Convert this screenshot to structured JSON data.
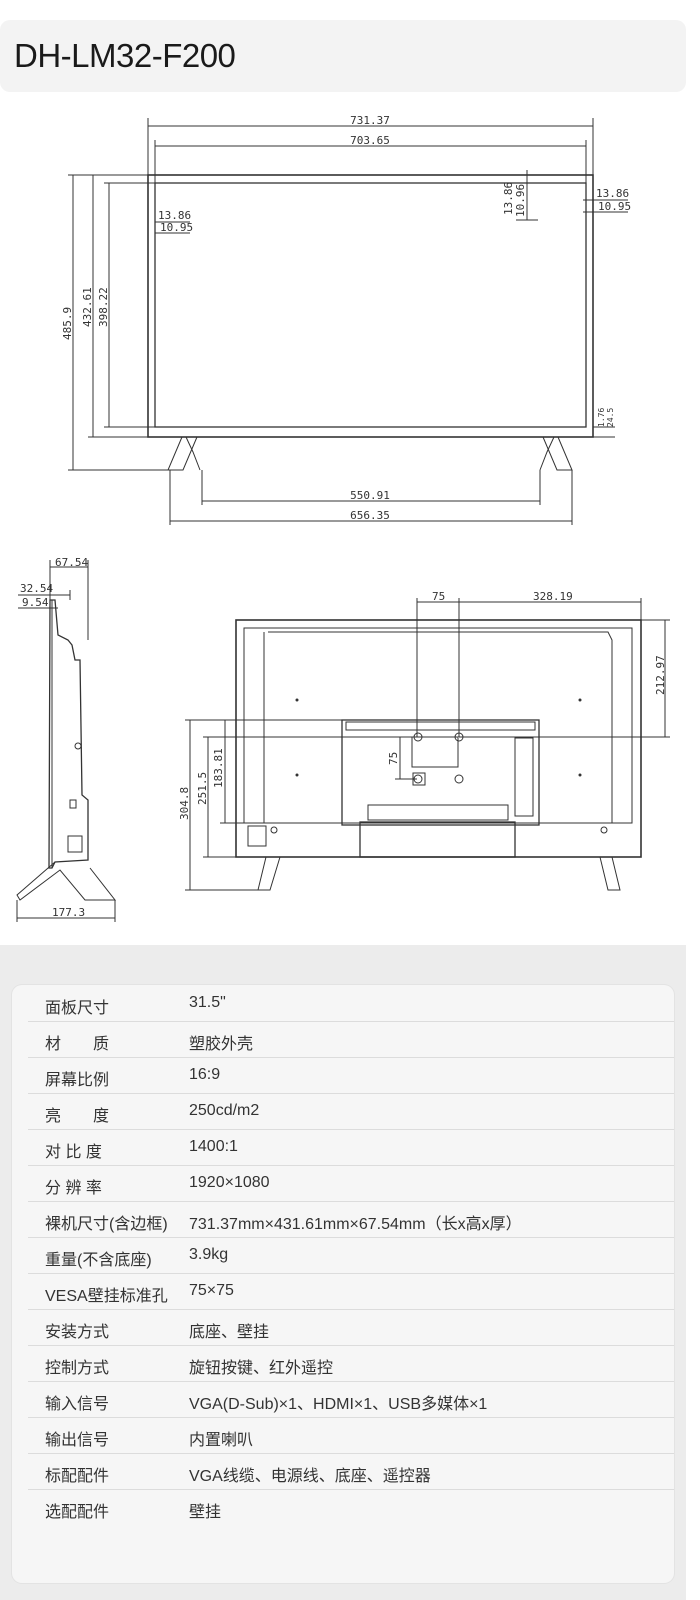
{
  "header": {
    "title": "DH-LM32-F200"
  },
  "dimensions": {
    "front": {
      "overall_width": "731.37",
      "screen_width": "703.65",
      "overall_height": "485.9",
      "body_height": "432.61",
      "screen_height": "398.22",
      "top_left_bezel": [
        "13.86",
        "10.95"
      ],
      "top_right_vertical": [
        "13.86",
        "10.96"
      ],
      "top_right_side": [
        "13.86",
        "10.95"
      ],
      "bottom_right": [
        "1.76",
        "24.5"
      ],
      "stand_inner": "550.91",
      "stand_outer": "656.35"
    },
    "side": {
      "depth_total": "67.54",
      "depth_a": "32.54",
      "depth_b": "9.54",
      "base_depth": "177.3"
    },
    "back": {
      "vesa_horizontal": "75",
      "vesa_right_offset": "328.19",
      "vesa_vertical": "75",
      "top_offset": "212.97",
      "height_a": "304.8",
      "height_b": "251.5",
      "height_c": "183.81"
    }
  },
  "specs": [
    {
      "label": "面板尺寸",
      "value": "31.5\""
    },
    {
      "label": "材　　质",
      "value": "塑胶外壳"
    },
    {
      "label": "屏幕比例",
      "value": "16:9"
    },
    {
      "label": "亮　　度",
      "value": "250cd/m2"
    },
    {
      "label": "对 比 度",
      "value": "1400:1"
    },
    {
      "label": "分 辨 率",
      "value": "1920×1080"
    },
    {
      "label": "裸机尺寸(含边框)",
      "value": "731.37mm×431.61mm×67.54mm（长x高x厚）"
    },
    {
      "label": "重量(不含底座)",
      "value": "3.9kg"
    },
    {
      "label": "VESA壁挂标准孔",
      "value": "75×75"
    },
    {
      "label": "安装方式",
      "value": "底座、壁挂"
    },
    {
      "label": "控制方式",
      "value": "旋钮按键、红外遥控"
    },
    {
      "label": "输入信号",
      "value": "VGA(D-Sub)×1、HDMI×1、USB多媒体×1"
    },
    {
      "label": "输出信号",
      "value": "内置喇叭"
    },
    {
      "label": "标配配件",
      "value": "VGA线缆、电源线、底座、遥控器"
    },
    {
      "label": "选配配件",
      "value": "壁挂"
    }
  ]
}
